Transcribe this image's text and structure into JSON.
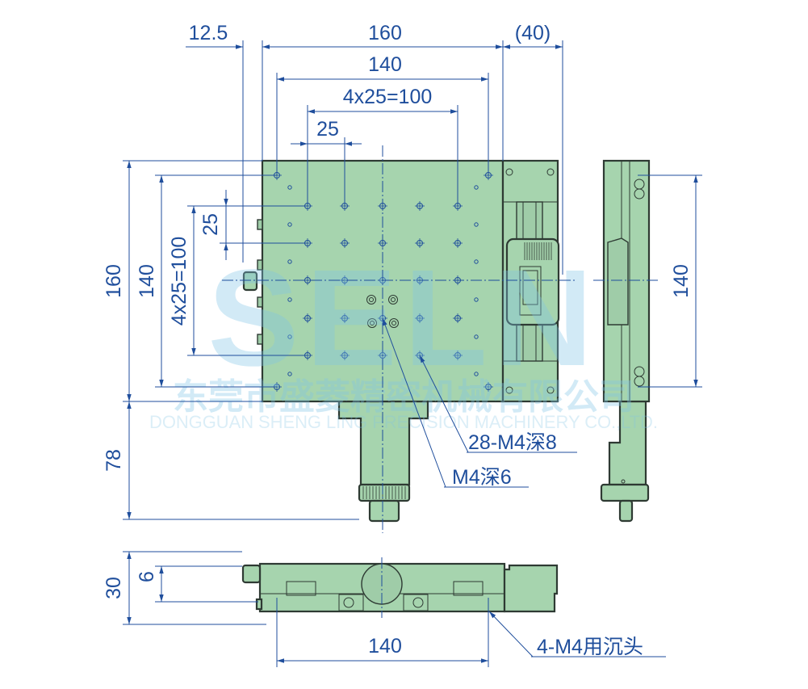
{
  "colors": {
    "part": "#a6d4ae",
    "outline": "#2e3a33",
    "dimension": "#1f4e9c",
    "watermark": "#7fc4e6"
  },
  "dimensions": {
    "top_offset": "12.5",
    "top_width": "160",
    "top_micrometer": "(40)",
    "top_hole_span": "140",
    "top_hole_pitch_total": "4x25=100",
    "top_hole_pitch": "25",
    "left_height": "160",
    "left_hole_span": "140",
    "left_hole_pitch_total": "4x25=100",
    "left_hole_pitch": "25",
    "micrometer_length": "78",
    "side_hole_span": "140",
    "bottom_height": "30",
    "bottom_step": "6",
    "bottom_hole_span": "140"
  },
  "callouts": {
    "mount_holes": "28-M4深8",
    "center_hole": "M4深6",
    "countersunk": "4-M4用沉头"
  },
  "watermark": {
    "logo": "SELN",
    "company_cn": "东莞市盛菱精密机械有限公司",
    "company_en": "DONGGUAN SHENG LING PRECISION MACHINERY CO.,LTD."
  }
}
